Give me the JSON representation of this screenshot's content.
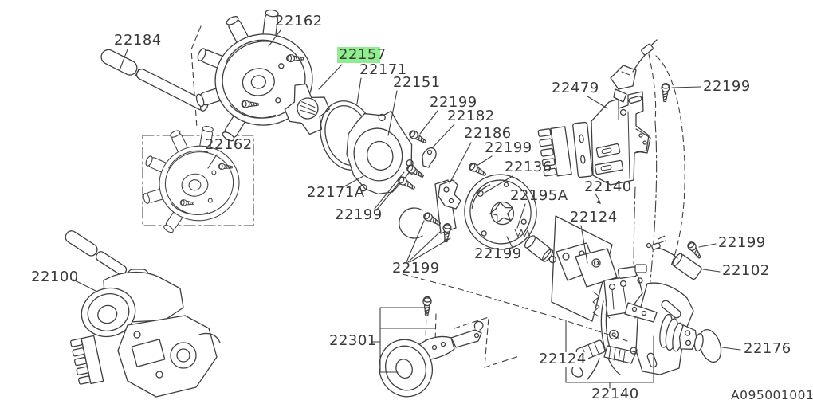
{
  "diagram": {
    "drawing_code": "A095001001",
    "highlighted_part": "22157",
    "colors": {
      "line": "#3f3f3f",
      "background": "#ffffff",
      "highlight": "#90ee90",
      "text": "#3a3a3a"
    },
    "labels": {
      "p22184": "22184",
      "p22162_top": "22162",
      "p22157": "22157",
      "p22171": "22171",
      "p22151": "22151",
      "p22199_1": "22199",
      "p22182": "22182",
      "p22186": "22186",
      "p22199_2": "22199",
      "p22136": "22136",
      "p22195A": "22195A",
      "p22479": "22479",
      "p22199_3": "22199",
      "p22140_right": "22140",
      "p22124_upper": "22124",
      "p22199_4": "22199",
      "p22199_5": "22199",
      "p22199_6": "22199",
      "p22171A": "22171A",
      "p22162_box": "22162",
      "p22199_7": "22199",
      "p22102": "22102",
      "p22176": "22176",
      "p22100": "22100",
      "p22301": "22301",
      "p22124_lower": "22124",
      "p22140_bottom": "22140",
      "code": "A095001001"
    }
  }
}
